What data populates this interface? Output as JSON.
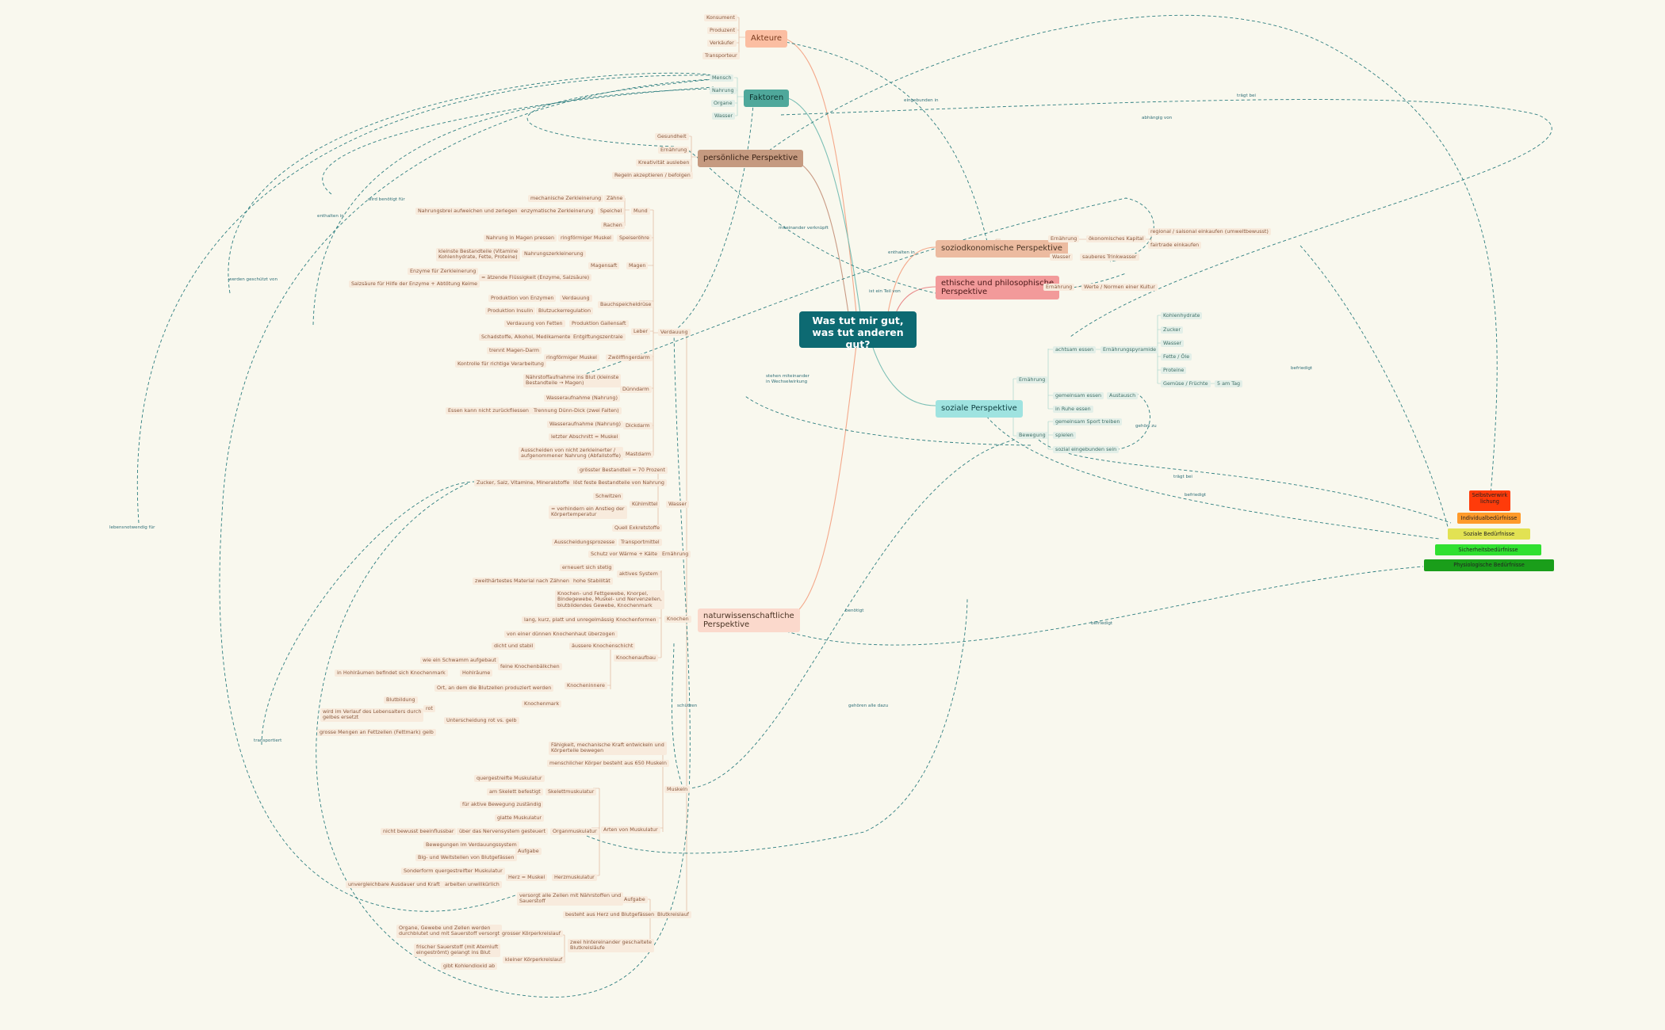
{
  "root": {
    "line1": "Was tut mir gut,",
    "line2": "was tut anderen gut?"
  },
  "akteure": {
    "title": "Akteure",
    "items": [
      "Konsument",
      "Produzent",
      "Verkäufer",
      "Transporteur"
    ]
  },
  "faktoren": {
    "title": "Faktoren",
    "items": [
      "Mensch",
      "Nahrung",
      "Organe",
      "Wasser"
    ]
  },
  "persoenlich": {
    "title": "persönliche Perspektive",
    "items": [
      "Gesundheit",
      "Ernährung",
      "Kreativität ausleben",
      "Regeln akzeptieren / befolgen"
    ]
  },
  "sozio": {
    "title": "soziodkonomische Perspektive",
    "ernaehrung": "Ernährung",
    "kapital": "ökonomisches Kapital",
    "regional": "regional / saisonal einkaufen (umweltbewusst)",
    "fairtrade": "fairtrade einkaufen",
    "wasser": "Wasser",
    "trinkwasser": "sauberes Trinkwasser"
  },
  "ethisch": {
    "line1": "ethische und philosophische",
    "line2": "Perspektive",
    "ernaehrung": "Ernährung",
    "werte": "Werte / Normen einer Kultur"
  },
  "sozial": {
    "title": "soziale Perspektive",
    "ernaehrung": "Ernährung",
    "achtsam": "achtsam essen",
    "pyramide": "Ernährungspyramide",
    "pyr_items": [
      "Kohlenhydrate",
      "Zucker",
      "Wasser",
      "Fette / Öle",
      "Proteine",
      "Gemüse / Früchte"
    ],
    "fuenf": "5 am Tag",
    "gemeinsam": "gemeinsam essen",
    "austausch": "Austausch",
    "ruhe": "in Ruhe essen",
    "bewegung": "Bewegung",
    "sport": "gemeinsam Sport treiben",
    "spielen": "spielen",
    "sozial_eing": "sozial eingebunden sein"
  },
  "natur": {
    "line1": "naturwissenschaftliche",
    "line2": "Perspektive",
    "verdauung": "Verdauung",
    "mund": "Mund",
    "zaehne": "Zähne",
    "mech": "mechanische Zerkleinerung",
    "speichel": "Speichel",
    "enzym": "enzymatische Zerkleinerung",
    "aufweichen": "Nahrungsbrei aufweichen und zerlegen",
    "rachen": "Rachen",
    "speiseroehre": "Speiseröhre",
    "ringmuskel1": "ringförmiger Muskel",
    "pressen": "Nahrung in Magen pressen",
    "magen": "Magen",
    "zerkleinerung": "Nahrungszerkleinerung",
    "bestandteile1": "kleinste Bestandteile (Vitamine",
    "bestandteile2": "Kohlenhydrate, Fette, Proteine)",
    "magensaft": "Magensaft",
    "enzyme": "Enzyme für Zerkleinerung",
    "saeure": "Salzsäure für Hilfe der Enzyme + Abtötung Keime",
    "fluessig": "= ätzende Flüssigkeit (Enzyme, Salzsäure)",
    "bauch": "Bauchspeicheldrüse",
    "prodenzym": "Produktion von Enzymen",
    "verdauung2": "Verdauung",
    "insulin": "Produktion Insulin",
    "blutzucker": "Blutzuckerregulation",
    "leber": "Leber",
    "fetten": "Verdauung von Fetten",
    "gallen": "Produktion Gallensaft",
    "schad": "Schadstoffe, Alkohol, Medikamente",
    "entgift": "Entgiftungszentrale",
    "zwoelf": "Zwölffingerdarm",
    "ringmuskel2": "ringförmiger Muskel",
    "trennt": "trennt Magen-Darm",
    "kontrolle": "Kontrolle für richtige Verarbeitung",
    "duenn": "Dünndarm",
    "naehr1": "Nährstoffaufnahme ins Blut (kleinste",
    "naehr2": "Bestandteile → Magen)",
    "wasserauf": "Wasseraufnahme (Nahrung)",
    "dick": "Dickdarm",
    "trennung": "Trennung Dünn-Dick (zwei Falten)",
    "essen_kann": "Essen kann nicht zurückfliessen",
    "wasserauf2": "Wasseraufnahme (Nahrung)",
    "letzter": "letzter Abschnitt = Muskel",
    "mast": "Mastdarm",
    "aussch1": "Ausscheiden von nicht zerkleinerter /",
    "aussch2": "aufgenommener Nahrung (Abfallstoffe)",
    "wasser": "Wasser",
    "groesster": "grösster Bestandteil = 70 Prozent",
    "loest": "löst feste Bestandteile von Nahrung",
    "zucker": "Zucker, Salz, Vitamine, Mineralstoffe",
    "kuehl": "Kühlmittel",
    "schwitzen": "Schwitzen",
    "verhindern1": "= verhindern ein Anstieg der",
    "verhindern2": "Körpertemperatur",
    "quell": "Quell Exkretstoffe",
    "transport": "Transportmittel",
    "ausscheidung": "Ausscheidungsprozesse",
    "ernaehrung": "Ernährung",
    "schutz": "Schutz vor Wärme + Kälte",
    "knochen": "Knochen",
    "aktiv": "aktives System",
    "erneuert": "erneuert sich stetig",
    "hohe": "hohe Stabilität",
    "zweit": "zweithärtestes Material nach Zähnen",
    "knochenbest1": "Knochen- und Fettgewebe, Knorpel,",
    "knochenbest2": "Bindegewebe, Muskel- und Nervenzellen,",
    "knochenbest3": "blutbildendes Gewebe, Knochenmark",
    "formen": "Knochenformen",
    "lang": "lang, kurz, platt und unregelmässig",
    "aufbau": "Knochenaufbau",
    "duenne": "von einer dünnen Knochenhaut überzogen",
    "aeussere": "äussere Knochenschicht",
    "dicht": "dicht und stabil",
    "innere": "Knocheninnere",
    "feine": "feine Knochenbälkchen",
    "schwamm": "wie ein Schwamm aufgebaut",
    "hohlraum": "Hohlräume",
    "mark_in": "in Hohlräumen befindet sich Knochenmark",
    "mark": "Knochenmark",
    "ort": "Ort, an dem die Blutzellen produziert werden",
    "rot": "rot",
    "blutbildung": "Blutbildung",
    "wird1": "wird im Verlauf des Lebensalters durch",
    "wird2": "gelbes ersetzt",
    "unterscheidung": "Unterscheidung rot vs. gelb",
    "gelb": "gelb",
    "grosse": "grosse Mengen an Fettzellen (Fettmark)",
    "muskeln": "Muskeln",
    "faehig1": "Fähigkeit, mechanische Kraft entwickeln und",
    "faehig2": "Körperteile bewegen",
    "k650": "menschlicher Körper besteht aus 650 Muskeln",
    "arten": "Arten von Muskulatur",
    "skelett": "Skelettmuskulatur",
    "quer": "quergestreifte Muskulatur",
    "amskelett": "am Skelett befestigt",
    "aktivbew": "für aktive Bewegung zuständig",
    "organ": "Organmuskulatur",
    "glatte": "glatte Muskulatur",
    "nerven": "über das Nervensystem gesteuert",
    "nicht_bew": "nicht bewusst beeinflussbar",
    "aufgabe": "Aufgabe",
    "bewegungen": "Bewegungen im Verdauungssystem",
    "blutgef": "Blg- und Weitstellen von Blutgefässen",
    "herzmusk": "Herzmuskulatur",
    "herz": "Herz = Muskel",
    "sonder": "Sonderform quergestreifter Muskulatur",
    "arbeiten": "arbeiten unwillkürlich",
    "unvergleich": "unvergleichbare Ausdauer und Kraft",
    "kreislauf": "Blutkreislauf",
    "aufgabe2": "Aufgabe",
    "versorgt1": "versorgt alle Zellen mit Nährstoffen und",
    "versorgt2": "Sauerstoff",
    "besteht": "besteht aus Herz und Blutgefässen",
    "zwei1": "zwei hintereinander geschaltete",
    "zwei2": "Blutkreisläufe",
    "gross": "grosser Körperkreislauf",
    "organe1": "Organe, Gewebe und Zellen werden",
    "organe2": "durchblutet und mit Sauerstoff versorgt",
    "klein": "kleiner Körperkreislauf",
    "frisch1": "frischer Sauerstoff (mit Atemluft",
    "frisch2": "eingeströmt) gelangt ins Blut",
    "gibt": "gibt Kohlendioxid ab"
  },
  "pyramide": [
    "Selbstverwirk lichung",
    "Individualbedürfnisse",
    "Soziale Bedürfnisse",
    "Sicherheitsbedürfnisse",
    "Physiologische Bedürfnisse"
  ],
  "colors": [
    "#ff3b0a",
    "#ff9a2a",
    "#e2e253",
    "#30e030",
    "#1a9e1a"
  ],
  "link_labels": {
    "eingebunden": "eingebunden in",
    "abhaengig": "abhängig von",
    "traegt": "trägt bei",
    "benoetigt": "wird benötigt für",
    "enthalten1": "enthalten in",
    "werden": "werden geschützt von",
    "lebensnot": "lebensnotwendig für",
    "miteinander": "miteinander verknüpft",
    "enthalten2": "enthalten in",
    "teil": "ist ein Teil von",
    "stehen1": "stehen miteinander",
    "stehen2": "in Wechselwirkung",
    "befriedigt1": "befriedigt",
    "gehoert": "gehört zu",
    "traegt2": "trägt bei",
    "befriedigt2": "befriedigt",
    "benoetigt2": "benötigt",
    "gehoert2": "gehören alle dazu",
    "schuetzt": "schützen",
    "befriedigt3": "befriedigt",
    "transportiert": "transportiert"
  }
}
